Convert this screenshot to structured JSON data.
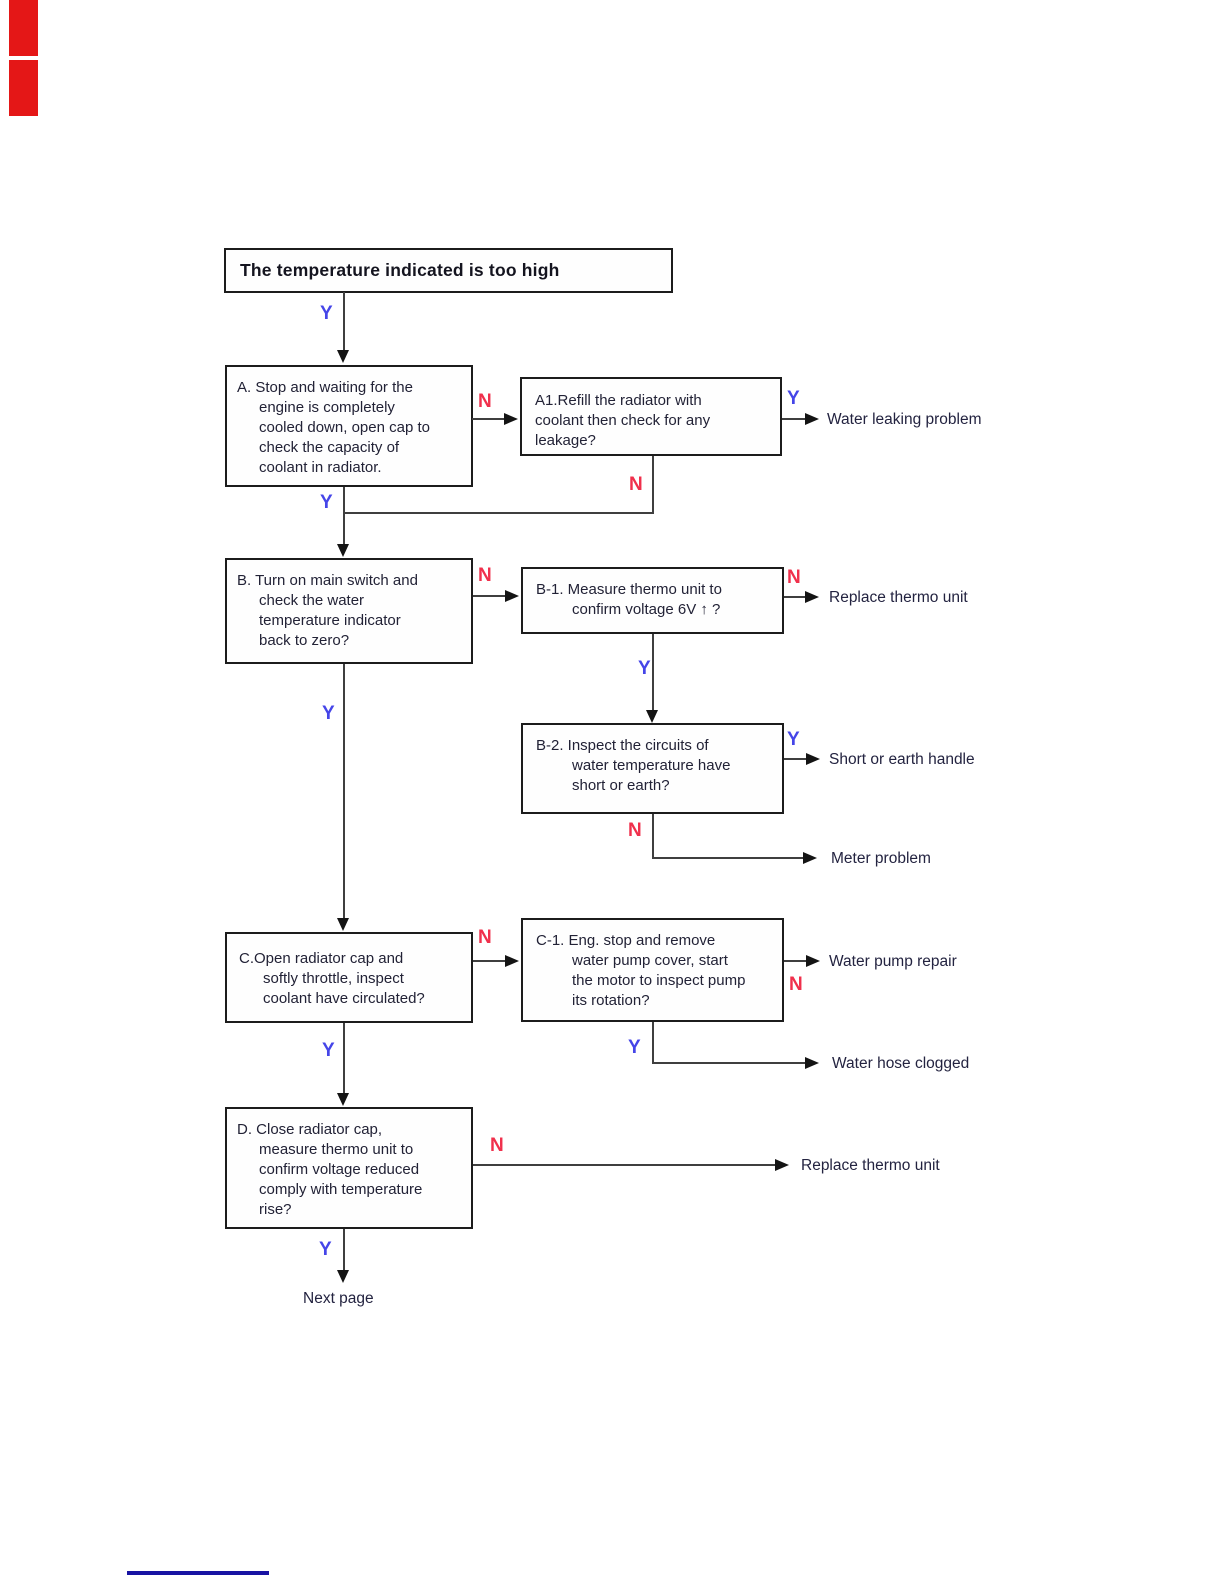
{
  "title": "The temperature indicated is too high",
  "labels": {
    "yes": "Y",
    "no": "N"
  },
  "colors": {
    "yes_label": "#4545e8",
    "no_label": "#f0304c",
    "box_border": "#1c1c1c",
    "connector": "#3f3f3f",
    "text": "#222236",
    "red_marker": "#e41717",
    "footer_line": "#1813a3"
  },
  "nodes": {
    "a": "A. Stop and waiting for the\nengine is completely\ncooled down, open cap to\ncheck the capacity of\ncoolant in radiator.",
    "a1": "A1.Refill the radiator with\ncoolant then check for any\nleakage?",
    "b": "B. Turn on main switch and\ncheck the water\ntemperature indicator\nback to zero?",
    "b1": "B-1. Measure thermo unit to\nconfirm voltage 6V ↑ ?",
    "b2": "B-2. Inspect the circuits of\nwater temperature have\nshort or earth?",
    "c": "C.Open radiator cap and\nsoftly throttle, inspect\ncoolant have circulated?",
    "c1": "C-1. Eng. stop and remove\nwater pump cover, start\nthe motor to inspect pump\nits rotation?",
    "d": "D. Close radiator cap,\nmeasure thermo unit to\nconfirm voltage reduced\ncomply with temperature\nrise?"
  },
  "outcomes": {
    "water_leaking": "Water leaking problem",
    "replace_thermo_b1": "Replace thermo unit",
    "short_or_earth": "Short or earth handle",
    "meter_problem": "Meter problem",
    "water_pump_repair": "Water pump repair",
    "water_hose_clogged": "Water hose clogged",
    "replace_thermo_d": "Replace thermo unit",
    "next_page": "Next page"
  }
}
